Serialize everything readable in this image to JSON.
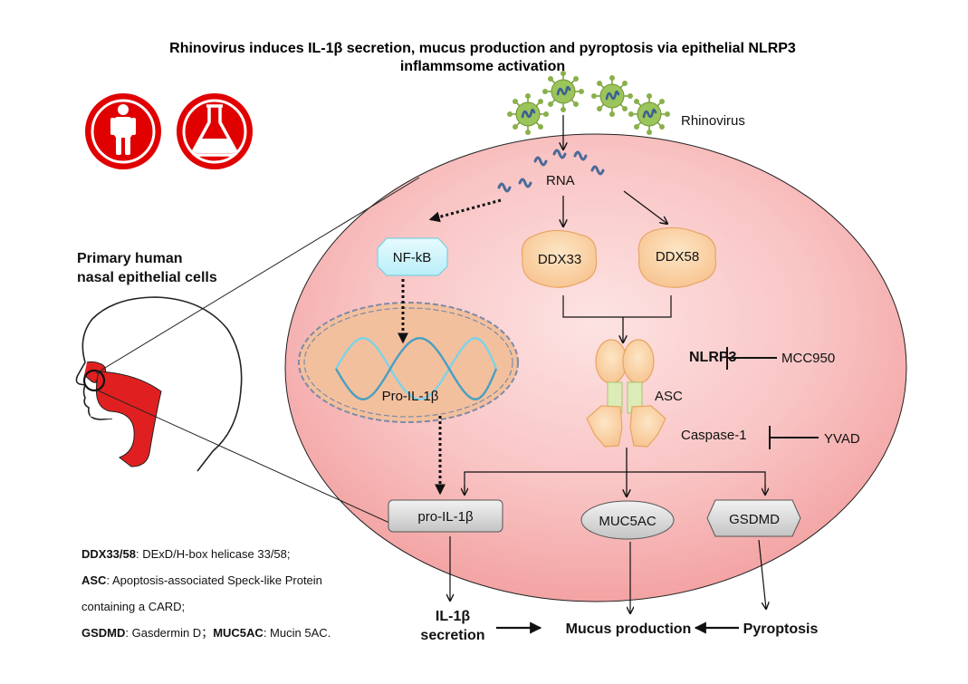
{
  "title": {
    "line1": "Rhinovirus induces IL-1β secretion, mucus production and pyroptosis via epithelial NLRP3",
    "line2": "inflammsome activation"
  },
  "icons": [
    "human-in-vivo-icon",
    "flask-in-vitro-icon"
  ],
  "colors": {
    "cell": "#f7b1b1",
    "nucleus": "#f3c09e",
    "protein": "#fbd3a5",
    "virus": "#8ab04a",
    "rna": "#4a6a9a",
    "badge": "#e00000"
  },
  "labels": {
    "rhinovirus": "Rhinovirus",
    "rna": "RNA",
    "nfkb": "NF-kB",
    "ddx33": "DDX33",
    "ddx58": "DDX58",
    "nlrp3": "NLRP3",
    "mcc950": "MCC950",
    "asc": "ASC",
    "caspase1": "Caspase-1",
    "yvad": "YVAD",
    "pro_il1b_gene": "Pro-IL-1β",
    "pro_il1b_protein": "pro-IL-1β",
    "muc5ac": "MUC5AC",
    "gsdmd": "GSDMD",
    "cells_line1": "Primary human",
    "cells_line2": "nasal epithelial cells",
    "il1b_secretion_line1": "IL-1β",
    "il1b_secretion_line2": "secretion",
    "mucus_production": "Mucus production",
    "pyroptosis": "Pyroptosis"
  },
  "legend": [
    {
      "term": "DDX33/58",
      "definition": ": DExD/H-box helicase 33/58;"
    },
    {
      "term": "ASC",
      "definition": ": Apoptosis-associated Speck-like Protein"
    },
    {
      "term": "",
      "definition": "containing a CARD;"
    },
    {
      "term": "GSDMD",
      "definition": ": Gasdermin D；",
      "term2": "MUC5AC",
      "definition2": ": Mucin 5AC."
    }
  ]
}
